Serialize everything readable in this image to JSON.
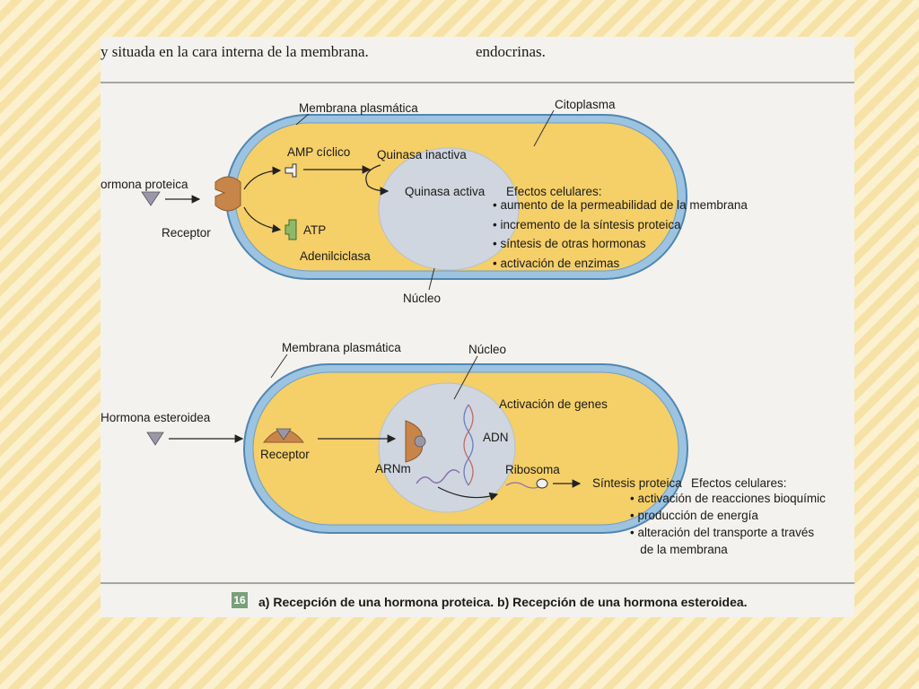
{
  "header": {
    "left_text": "y situada en la cara interna de la membrana.",
    "right_text": "endocrinas."
  },
  "panel_a": {
    "membrane_label": "Membrana plasmática",
    "cytoplasm_label": "Citoplasma",
    "hormone_label": "ormona proteica",
    "receptor_label": "Receptor",
    "camp_label": "AMP cíclico",
    "atp_label": "ATP",
    "adenylate_label": "Adenilciclasa",
    "kinase_inactive_label": "Quinasa  inactiva",
    "kinase_active_label": "Quinasa activa",
    "effects_title": "Efectos celulares:",
    "effects": [
      "aumento de la permeabilidad de la membrana",
      "incremento de la síntesis proteica",
      "síntesis de otras hormonas",
      "activación de enzimas"
    ],
    "nucleus_label": "Núcleo"
  },
  "panel_b": {
    "membrane_label": "Membrana plasmática",
    "nucleus_label": "Núcleo",
    "hormone_label": "Hormona esteroidea",
    "receptor_label": "Receptor",
    "gene_activation_label": "Activación de genes",
    "dna_label": "ADN",
    "mrna_label": "ARNm",
    "ribosome_label": "Ribosoma",
    "synthesis_label": "Síntesis proteica",
    "effects_title": "Efectos celulares:",
    "effects": [
      "activación de reacciones bioquímic",
      "producción de energía",
      "alteración del transporte a través",
      "de la membrana"
    ]
  },
  "caption": {
    "figure_number": "16",
    "text": "a) Recepción de una hormona proteica. b) Recepción de una hormona esteroidea."
  },
  "colors": {
    "cytoplasm": "#f5cf68",
    "membrane": "#7fb0d6",
    "nucleus": "#cfd6df",
    "receptor": "#c8854a",
    "hormone": "#9a97a8"
  }
}
